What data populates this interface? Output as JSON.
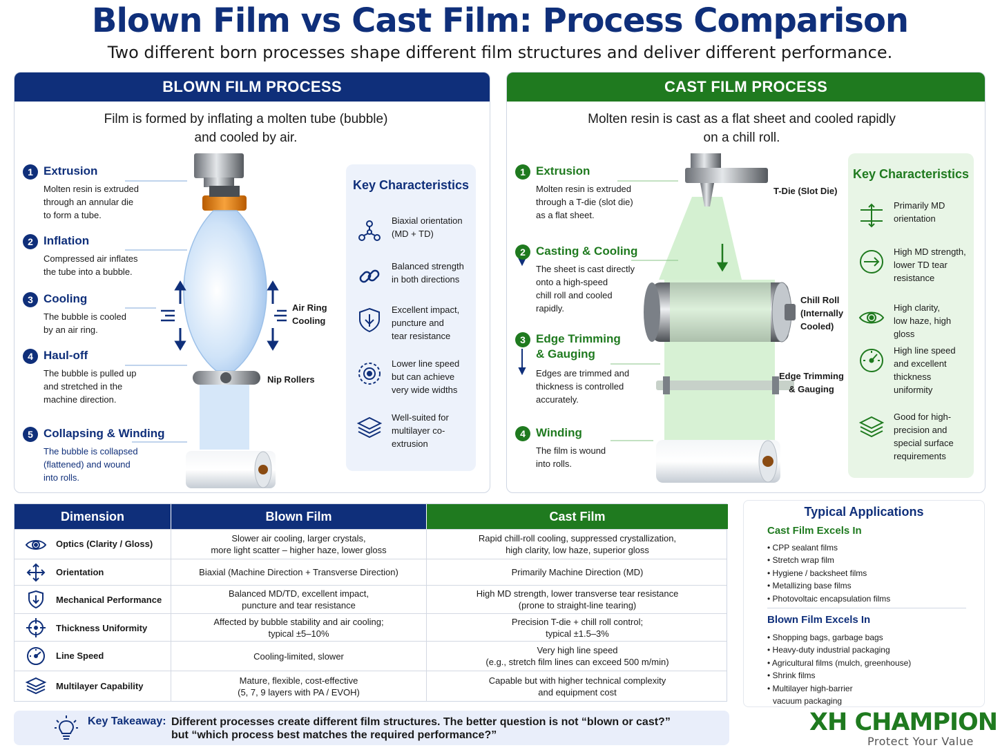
{
  "header": {
    "title": "Blown Film vs Cast Film: Process Comparison",
    "subtitle": "Two different born processes shape different film structures and deliver different performance."
  },
  "colors": {
    "navy": "#0f2f7a",
    "green": "#1f7a1f"
  },
  "blown": {
    "heading": "BLOWN FILM PROCESS",
    "desc_line1": "Film is formed by inflating a molten tube (bubble)",
    "desc_line2": "and cooled by air.",
    "steps": [
      {
        "num": "1",
        "title": "Extrusion",
        "body": [
          "Molten resin is extruded",
          "through an annular die",
          "to form a tube."
        ]
      },
      {
        "num": "2",
        "title": "Inflation",
        "body": [
          "Compressed air inflates",
          "the tube into a bubble."
        ]
      },
      {
        "num": "3",
        "title": "Cooling",
        "body": [
          "The bubble is cooled",
          "by an air ring."
        ]
      },
      {
        "num": "4",
        "title": "Haul-off",
        "body": [
          "The bubble is pulled up",
          "and stretched in the",
          "machine direction."
        ]
      },
      {
        "num": "5",
        "title": "Collapsing & Winding",
        "body": [
          "The bubble is collapsed",
          "(flattened) and wound",
          "into rolls."
        ]
      }
    ],
    "labels": {
      "air_ring_1": "Air Ring",
      "air_ring_2": "Cooling",
      "nip": "Nip Rollers"
    },
    "key_title": "Key Characteristics",
    "key_items": [
      {
        "icon": "molecule-icon",
        "text": [
          "Biaxial orientation",
          "(MD + TD)"
        ]
      },
      {
        "icon": "chain-link-icon",
        "text": [
          "Balanced strength",
          "in both directions"
        ]
      },
      {
        "icon": "shield-icon",
        "text": [
          "Excellent impact,",
          "puncture and",
          "tear resistance"
        ]
      },
      {
        "icon": "target-icon",
        "text": [
          "Lower line speed",
          "but can achieve",
          "very wide widths"
        ]
      },
      {
        "icon": "layers-icon",
        "text": [
          "Well-suited for",
          "multilayer co-",
          "extrusion"
        ]
      }
    ]
  },
  "cast": {
    "heading": "CAST FILM PROCESS",
    "desc_line1": "Molten resin is cast as a flat sheet and cooled rapidly",
    "desc_line2": "on a chill roll.",
    "steps": [
      {
        "num": "1",
        "title": "Extrusion",
        "body": [
          "Molten resin is extruded",
          "through a T-die (slot die)",
          "as a flat sheet."
        ]
      },
      {
        "num": "2",
        "title": "Casting & Cooling",
        "body": [
          "The sheet is cast directly",
          "onto a high-speed",
          "chill roll and cooled",
          "rapidly."
        ]
      },
      {
        "num": "3",
        "title": "Edge Trimming",
        "title2": "& Gauging",
        "body": [
          "Edges are trimmed and",
          "thickness is controlled",
          "accurately."
        ]
      },
      {
        "num": "4",
        "title": "Winding",
        "body": [
          "The film is wound",
          "into rolls."
        ]
      }
    ],
    "labels": {
      "tdie": "T-Die (Slot Die)",
      "chill_1": "Chill Roll",
      "chill_2": "(Internally",
      "chill_3": "Cooled)",
      "edge_1": "Edge Trimming",
      "edge_2": "& Gauging"
    },
    "key_title": "Key Characteristics",
    "key_items": [
      {
        "icon": "md-arrows-icon",
        "text": [
          "Primarily MD",
          "orientation"
        ]
      },
      {
        "icon": "arrow-circle-icon",
        "text": [
          "High MD strength,",
          "lower TD tear",
          "resistance"
        ]
      },
      {
        "icon": "eye-icon",
        "text": [
          "High clarity,",
          "low haze, high gloss"
        ]
      },
      {
        "icon": "gauge-icon",
        "text": [
          "High line speed",
          "and excellent",
          "thickness",
          "uniformity"
        ]
      },
      {
        "icon": "layers-icon",
        "text": [
          "Good for high-",
          "precision and",
          "special surface",
          "requirements"
        ]
      }
    ]
  },
  "table": {
    "headers": {
      "dimension": "Dimension",
      "blown": "Blown Film",
      "cast": "Cast Film"
    },
    "rows": [
      {
        "icon": "eye-icon",
        "dimension": "Optics (Clarity / Gloss)",
        "blown": [
          "Slower air cooling, larger crystals,",
          "more light scatter – higher haze, lower gloss"
        ],
        "cast": [
          "Rapid chill-roll cooling, suppressed crystallization,",
          "high clarity, low haze, superior gloss"
        ]
      },
      {
        "icon": "move-arrows-icon",
        "dimension": "Orientation",
        "blown": [
          "Biaxial (Machine Direction + Transverse Direction)"
        ],
        "cast": [
          "Primarily Machine Direction (MD)"
        ]
      },
      {
        "icon": "shield-icon",
        "dimension": "Mechanical Performance",
        "blown": [
          "Balanced MD/TD, excellent impact,",
          "puncture and tear resistance"
        ],
        "cast": [
          "High MD strength, lower transverse tear resistance",
          "(prone to straight-line tearing)"
        ]
      },
      {
        "icon": "crosshair-icon",
        "dimension": "Thickness Uniformity",
        "blown": [
          "Affected by bubble stability and air cooling;",
          "typical ±5–10%"
        ],
        "cast": [
          "Precision T-die + chill roll control;",
          "typical ±1.5–3%"
        ]
      },
      {
        "icon": "speedometer-icon",
        "dimension": "Line Speed",
        "blown": [
          "Cooling-limited, slower"
        ],
        "cast": [
          "Very high line speed",
          "(e.g., stretch film lines can exceed 500 m/min)"
        ]
      },
      {
        "icon": "layers-icon",
        "dimension": "Multilayer Capability",
        "blown": [
          "Mature, flexible, cost-effective",
          "(5, 7, 9 layers with PA / EVOH)"
        ],
        "cast": [
          "Capable but with higher technical complexity",
          "and equipment cost"
        ]
      }
    ]
  },
  "applications": {
    "title": "Typical Applications",
    "cast_title": "Cast Film Excels In",
    "cast_items": [
      "CPP sealant films",
      "Stretch wrap film",
      "Hygiene / backsheet films",
      "Metallizing base films",
      "Photovoltaic encapsulation films"
    ],
    "blown_title": "Blown Film Excels In",
    "blown_items": [
      "Shopping bags, garbage bags",
      "Heavy-duty industrial packaging",
      "Agricultural films (mulch, greenhouse)",
      "Shrink films",
      "Multilayer high-barrier",
      "vacuum packaging"
    ]
  },
  "takeaway": {
    "label": "Key Takeaway:",
    "line1": "Different processes create different film structures. The better question is not “blown or cast?”",
    "line2": "but “which process best matches the required performance?”"
  },
  "brand": {
    "name": "XH CHAMPION",
    "tagline": "Protect Your Value"
  }
}
